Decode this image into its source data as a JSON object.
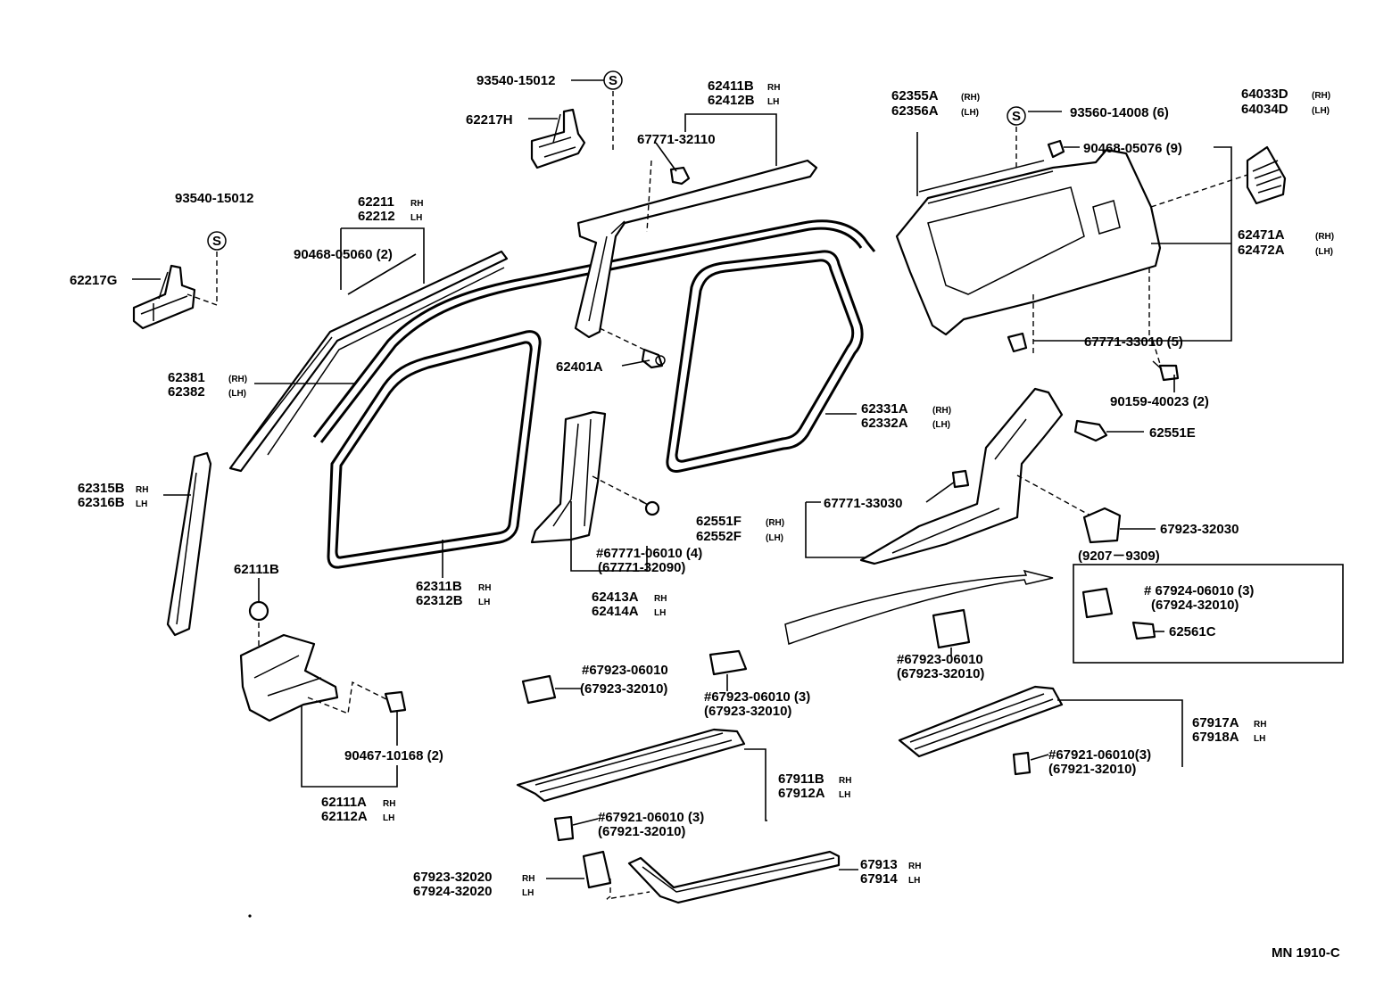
{
  "drawing_code": "MN 1910-C",
  "date_range": "(9207－9309)",
  "labels": {
    "p93540_top": "93540-15012",
    "p62217H": "62217H",
    "p62411B": "62411B",
    "p62412B": "62412B",
    "p67771_32110": "67771-32110",
    "p93540_left": "93540-15012",
    "p62211": "62211",
    "p62212": "62212",
    "p90468_05060": "90468-05060 (2)",
    "p62217G": "62217G",
    "p62381": "62381",
    "p62382": "62382",
    "p62401A": "62401A",
    "p62315B": "62315B",
    "p62316B": "62316B",
    "p62111B": "62111B",
    "p62311B": "62311B",
    "p62312B": "62312B",
    "p67771_06010": "#67771-06010 (4)",
    "p67771_32090": "(67771-32090)",
    "p62413A": "62413A",
    "p62414A": "62414A",
    "p62331A": "62331A",
    "p62332A": "62332A",
    "p62355A": "62355A",
    "p62356A": "62356A",
    "p93560": "93560-14008 (6)",
    "p90468_05076": "90468-05076 (9)",
    "p64033D": "64033D",
    "p64034D": "64034D",
    "p62471A": "62471A",
    "p62472A": "62472A",
    "p67771_33010": "67771-33010 (5)",
    "p90159": "90159-40023 (2)",
    "p62551E": "62551E",
    "p67771_33030": "67771-33030",
    "p62551F": "62551F",
    "p62552F": "62552F",
    "p67923_32030": "67923-32030",
    "p67924_06010": "# 67924-06010 (3)",
    "p67924_32010": "(67924-32010)",
    "p62561C": "62561C",
    "p67923_06010_a": "#67923-06010",
    "p67923_32010_a": "(67923-32010)",
    "p67923_06010_b": "#67923-06010 (3)",
    "p67923_32010_b": "(67923-32010)",
    "p67923_06010_c": "#67923-06010",
    "p67923_32010_c": "(67923-32010)",
    "p90467": "90467-10168 (2)",
    "p62111A": "62111A",
    "p62112A": "62112A",
    "p67911B": "67911B",
    "p67912A": "67912A",
    "p67921_06010_a": "#67921-06010 (3)",
    "p67921_32010_a": "(67921-32010)",
    "p67917A": "67917A",
    "p67918A": "67918A",
    "p67921_06010_b": "#67921-06010(3)",
    "p67921_32010_b": "(67921-32010)",
    "p67923_32020": "67923-32020",
    "p67924_32020": "67924-32020",
    "p67913": "67913",
    "p67914": "67914"
  },
  "side": {
    "rh": "(RH)",
    "lh": "(LH)",
    "rh2": "RH",
    "lh2": "LH",
    "s": "S"
  }
}
